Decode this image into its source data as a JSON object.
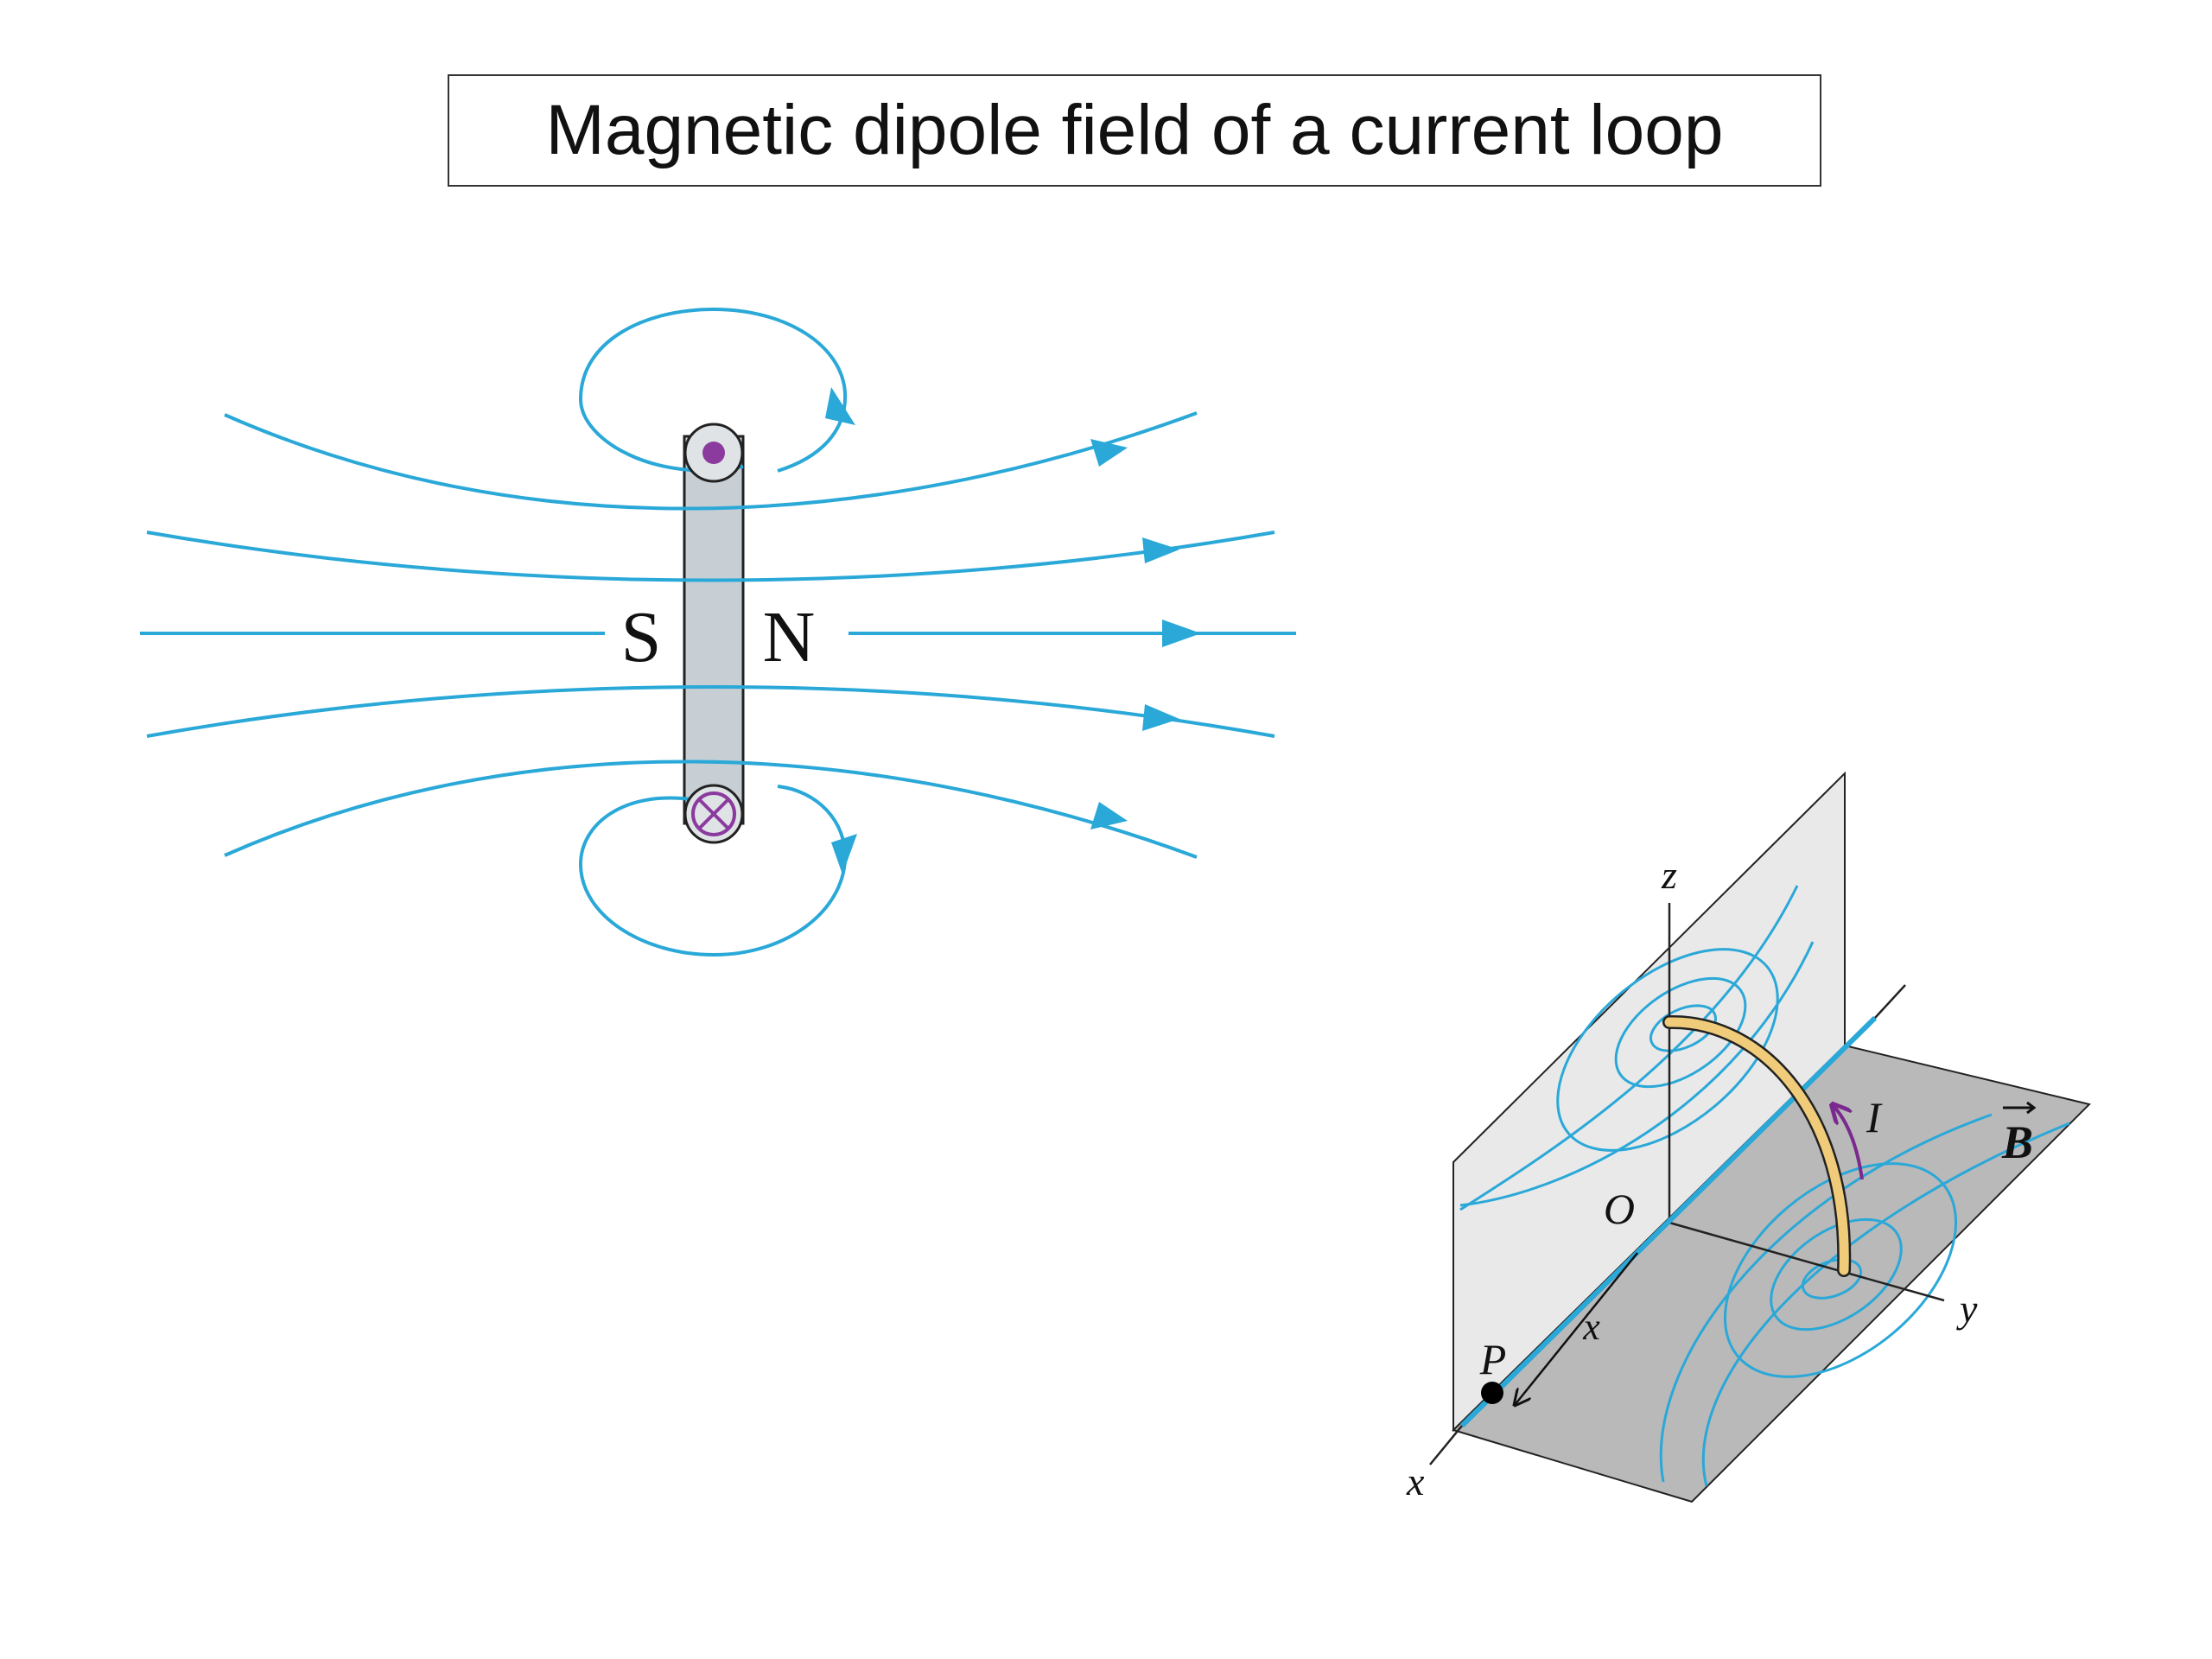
{
  "title": "Magnetic dipole field of a current loop",
  "left_figure": {
    "south_label": "S",
    "north_label": "N"
  },
  "right_figure": {
    "axis_z": "z",
    "axis_y": "y",
    "axis_x": "x",
    "origin": "O",
    "point": "P",
    "current": "I",
    "field": "B",
    "distance_x": "x"
  },
  "colors": {
    "field_line": "#2aa8d8",
    "current_dot": "#8b3a9e",
    "bar_fill": "#c7cfd4",
    "wire": "#f0cc7a",
    "plane_vertical": "#e9e9e9",
    "plane_horizontal": "#b9b9b9"
  }
}
